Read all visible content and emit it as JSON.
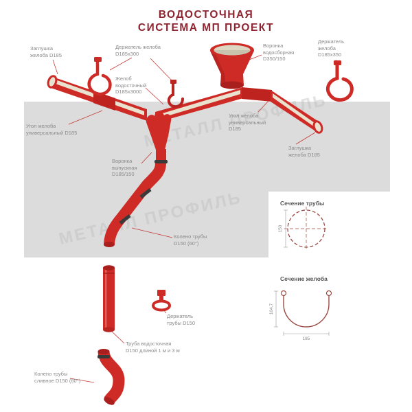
{
  "title": {
    "line1": "ВОДОСТОЧНАЯ",
    "line2": "СИСТЕМА МП ПРОЕКТ"
  },
  "watermark": {
    "text": "МЕТАЛЛ ПРОФИЛЬ"
  },
  "labels": {
    "end_cap_left": "Заглушка\nжелоба D185",
    "gutter_holder_300": "Держатель желоба\nD185x300",
    "collecting_funnel": "Воронка\nводосборная\nD350/150",
    "gutter_holder_350": "Держатель\nжелоба\nD185x350",
    "gutter_pipe": "Желоб\nводосточный\nD185x3000",
    "corner_left": "Угол желоба\nуниверсальный D185",
    "corner_right": "Угол желоба\nуниверсальный\nD185",
    "end_cap_right": "Заглушка\nжелоба D185",
    "outlet_funnel": "Воронка\nвыпускная\nD185/150",
    "pipe_elbow": "Колено трубы\nD150 (60°)",
    "pipe_holder": "Держатель\nтрубы D150",
    "downpipe": "Труба водосточная\nD150 длиной 1 м и 3 м",
    "drain_elbow": "Колено трубы\nсливное D150 (60°)",
    "pipe_section": "Сечение трубы",
    "gutter_section": "Сечение желоба"
  },
  "dimensions": {
    "pipe_diameter": "150",
    "gutter_height": "104,7",
    "gutter_width": "185"
  },
  "colors": {
    "component_red": "#ce2a26",
    "component_red_dark": "#a81f1d",
    "title_red": "#8d2430",
    "roof_band_gray": "#dcdcdc",
    "label_gray": "#8a8a8a"
  }
}
